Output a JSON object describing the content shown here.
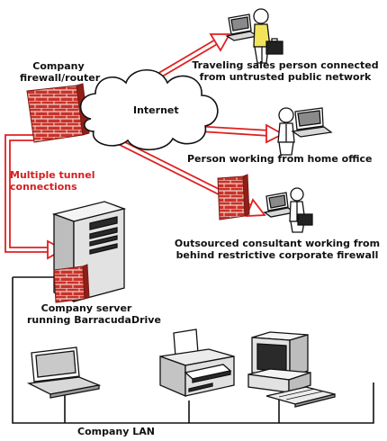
{
  "labels": {
    "company_firewall": "Company\nfirewall/router",
    "internet": "Internet",
    "traveling": "Traveling sales person connected\nfrom untrusted public network",
    "home_office": "Person working from home office",
    "consultant": "Outsourced consultant working from\nbehind restrictive corporate firewall",
    "tunnels": "Multiple tunnel\nconnections",
    "server": "Company server\nrunning BarracudaDrive",
    "lan": "Company LAN"
  },
  "colors": {
    "tunnel": "#e02020",
    "brick": "#c8322a",
    "mortar": "#f2d7cf",
    "line": "#111111",
    "text": "#111111",
    "tunnel_text": "#d42020"
  },
  "icons": [
    "brick-firewall-icon",
    "cloud-icon",
    "laptop-icon",
    "person-icon",
    "server-tower-icon",
    "printer-icon",
    "desktop-computer-icon"
  ]
}
